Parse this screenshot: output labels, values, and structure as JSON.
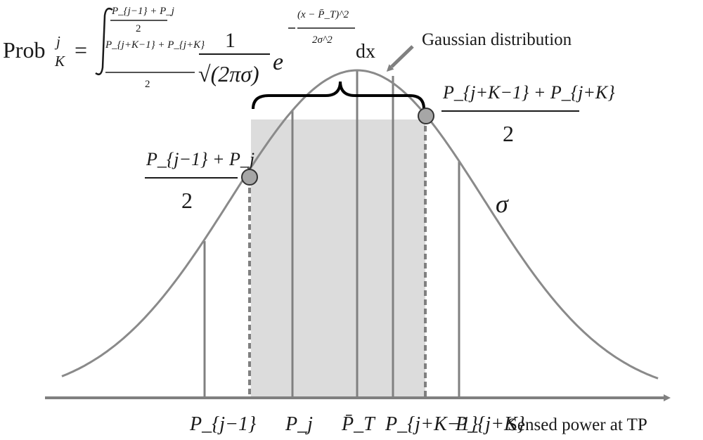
{
  "formula": {
    "lhs_main": "Prob",
    "lhs_sup": "j",
    "lhs_sub": "K",
    "equals": "=",
    "upper_limit_num": "P_{j−1} + P_j",
    "upper_limit_den": "2",
    "lower_limit_num": "P_{j+K−1} + P_{j+K}",
    "lower_limit_den": "2",
    "frac_num": "1",
    "frac_den": "√(2πσ)",
    "exp_base": "e",
    "exp_num": "(x − P̄_T)^2",
    "exp_den": "2σ^2",
    "dx": "dx"
  },
  "annotations": {
    "gaussian_label": "Gaussian distribution",
    "sigma_label": "σ",
    "left_point_label_num": "P_{j−1} + P_j",
    "left_point_label_den": "2",
    "right_point_label_num": "P_{j+K−1} + P_{j+K}",
    "right_point_label_den": "2"
  },
  "axis": {
    "xlabel": "Sensed power at TP",
    "tick_labels": [
      "P_{j−1}",
      "P_j",
      "P̄_T",
      "P_{j+K−1}",
      "P_{j+K}"
    ]
  },
  "colors": {
    "curve": "#8a8a8a",
    "lines": "#808080",
    "shade": "#dcdcdc",
    "dot_fill": "#a6a6a6",
    "text": "#1a1a1a"
  }
}
